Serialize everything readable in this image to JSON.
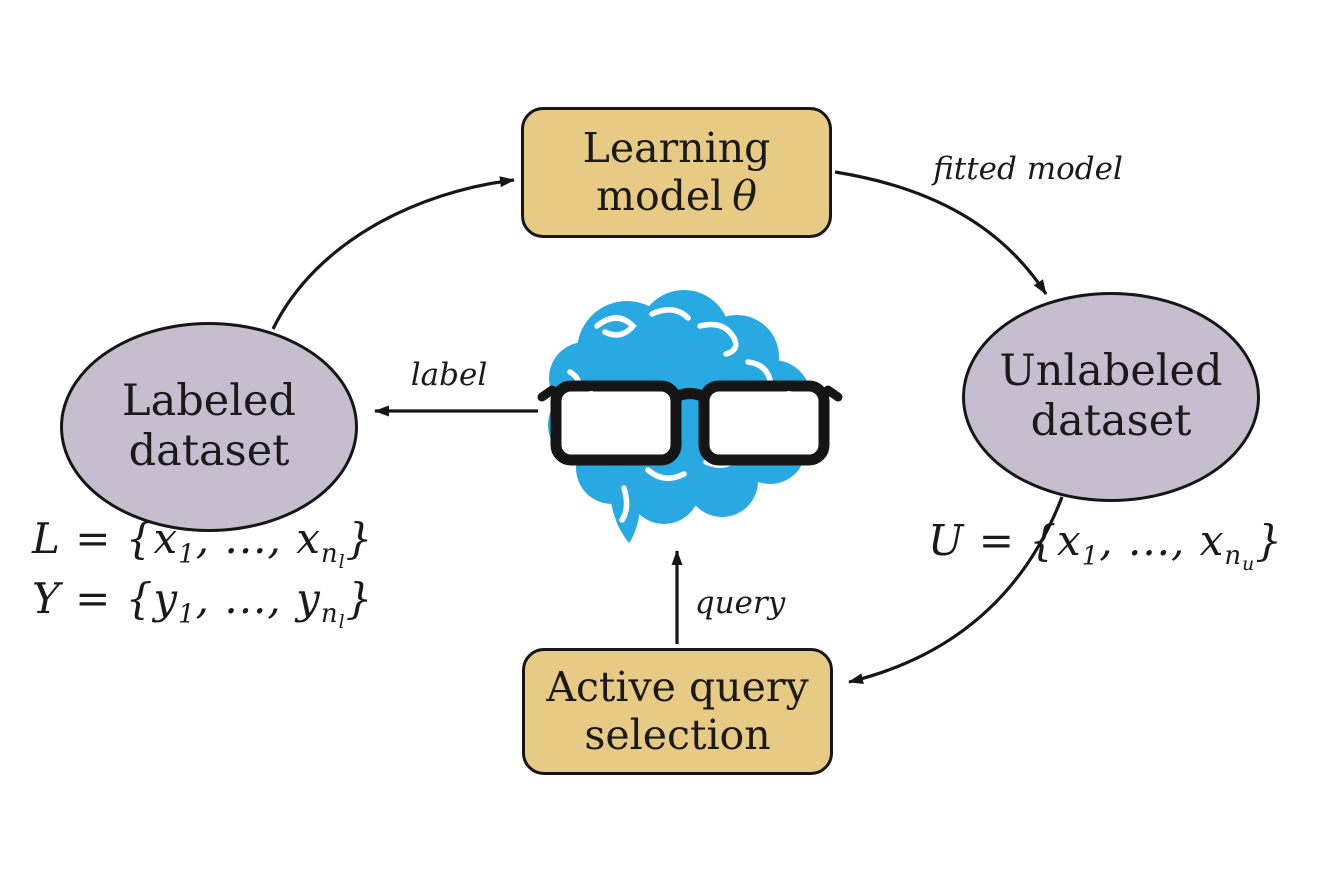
{
  "nodes": {
    "learning_model": {
      "line1": "Learning",
      "line2_word": "model",
      "line2_symbol": "θ"
    },
    "unlabeled_dataset": {
      "line1": "Unlabeled",
      "line2": "dataset"
    },
    "active_query_selection": {
      "line1": "Active query",
      "line2": "selection"
    },
    "labeled_dataset": {
      "line1": "Labeled",
      "line2": "dataset"
    }
  },
  "edge_labels": {
    "fitted_model": "fitted model",
    "label": "label",
    "query": "query"
  },
  "equations": {
    "labeled_L": {
      "p1": "L = {x",
      "sub1": "1",
      "p2": ", ..., x",
      "sub2": "n",
      "subsub": "l",
      "p3": "}"
    },
    "labeled_Y": {
      "p1": "Y = {y",
      "sub1": "1",
      "p2": ", ..., y",
      "sub2": "n",
      "subsub": "l",
      "p3": "}"
    },
    "unlabeled_U": {
      "p1": "U = {x",
      "sub1": "1",
      "p2": ", ..., x",
      "sub2": "n",
      "subsub": "u",
      "p3": "}"
    }
  },
  "colors": {
    "process_node_fill": "#e7ca83",
    "dataset_node_fill": "#c6bdce",
    "brain_blue": "#29a9e1",
    "stroke": "#161616",
    "background": "#ffffff"
  }
}
